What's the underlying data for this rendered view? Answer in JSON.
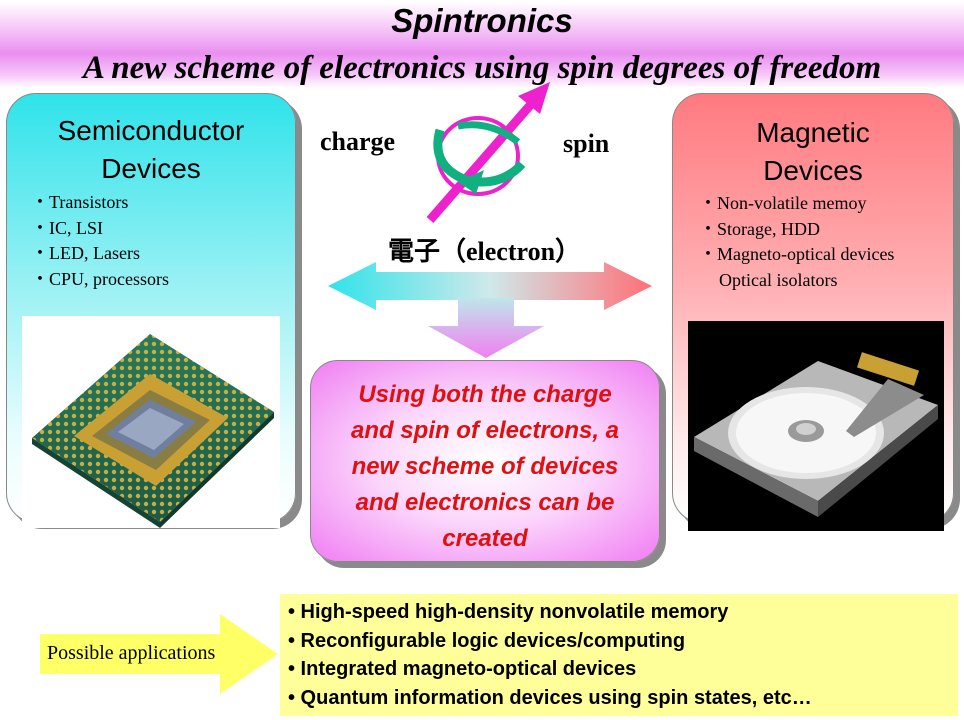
{
  "header": {
    "title": "Spintronics",
    "subtitle": "A new scheme of electronics using spin degrees of freedom"
  },
  "left_panel": {
    "heading_line1": "Semiconductor",
    "heading_line2": "Devices",
    "items": [
      "・Transistors",
      "・IC, LSI",
      "・LED, Lasers",
      "・CPU, processors"
    ],
    "image_icon": "cpu-chip-image"
  },
  "right_panel": {
    "heading_line1": "Magnetic",
    "heading_line2": "Devices",
    "items": [
      "・Non-volatile memoy",
      "・Storage, HDD",
      "・Magneto-optical devices",
      "Optical isolators"
    ],
    "image_icon": "hard-disk-drive-image"
  },
  "middle": {
    "charge_label": "charge",
    "spin_label": "spin",
    "electron_label": "電子（electron）",
    "electron_icon": "spinning-electron-icon"
  },
  "center_box": {
    "lines": [
      "Using both the charge",
      "and spin of electrons, a",
      "new scheme of devices",
      "and electronics can be",
      "created"
    ]
  },
  "applications": {
    "label": "Possible applications",
    "items": [
      "• High-speed high-density nonvolatile memory",
      "• Reconfigurable logic devices/computing",
      "• Integrated magneto-optical devices",
      "• Quantum information devices using spin states, etc…"
    ]
  },
  "colors": {
    "banner": "#e98ff0",
    "semiconductor_panel": "#2fe3ea",
    "magnetic_panel": "#ff7a80",
    "center_text": "#e01010",
    "applications_box": "#ffff99",
    "arrow_yellow": "#ffff66"
  }
}
